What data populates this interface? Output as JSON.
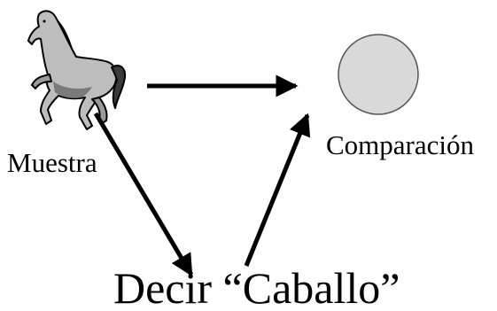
{
  "nodes": {
    "sample": {
      "label": "Muestra",
      "icon": "horse-icon"
    },
    "comparison": {
      "label": "Comparación",
      "icon": "circle-stimulus-icon",
      "fill": "#d9d9d9"
    },
    "response": {
      "label": "Decir “Caballo”"
    }
  },
  "edges": [
    {
      "from": "sample",
      "to": "comparison"
    },
    {
      "from": "sample",
      "to": "response"
    },
    {
      "from": "response",
      "to": "comparison"
    }
  ],
  "colors": {
    "arrow": "#000000",
    "text": "#000000",
    "circle_stroke": "#555555"
  }
}
